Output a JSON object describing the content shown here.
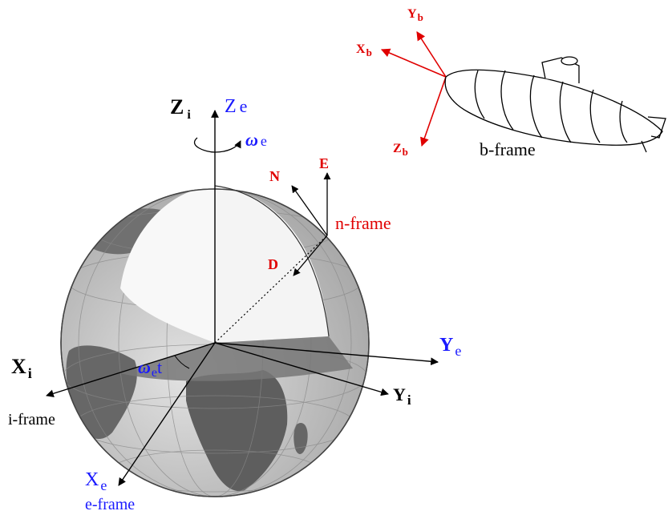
{
  "inertial": {
    "z_label": "Z",
    "z_sub": "i",
    "x_label": "X",
    "x_sub": "i",
    "y_label": "Y",
    "y_sub": "i",
    "frame_name": "i-frame"
  },
  "earth": {
    "z_label": "Z",
    "z_sub": "e",
    "x_label": "X",
    "x_sub": "e",
    "y_label": "Y",
    "y_sub": "e",
    "omega": "ω",
    "omega_sub": "e",
    "omega_t_main": "ω",
    "omega_t_sub": "e",
    "omega_t_tail": "t",
    "frame_name": "e-frame"
  },
  "navigation": {
    "north": "N",
    "east": "E",
    "down": "D",
    "frame_name": "n-frame"
  },
  "body": {
    "x_label": "X",
    "x_sub": "b",
    "y_label": "Y",
    "y_sub": "b",
    "z_label": "Z",
    "z_sub": "b",
    "frame_name": "b-frame"
  },
  "colors": {
    "inertial": "#000000",
    "earth": "#1a1aff",
    "navigation": "#e00000",
    "body": "#e00000",
    "land": "#606060",
    "ocean": "#c8c8c8",
    "cut_face": "#f4f4f4",
    "equator_plane": "#777777"
  }
}
